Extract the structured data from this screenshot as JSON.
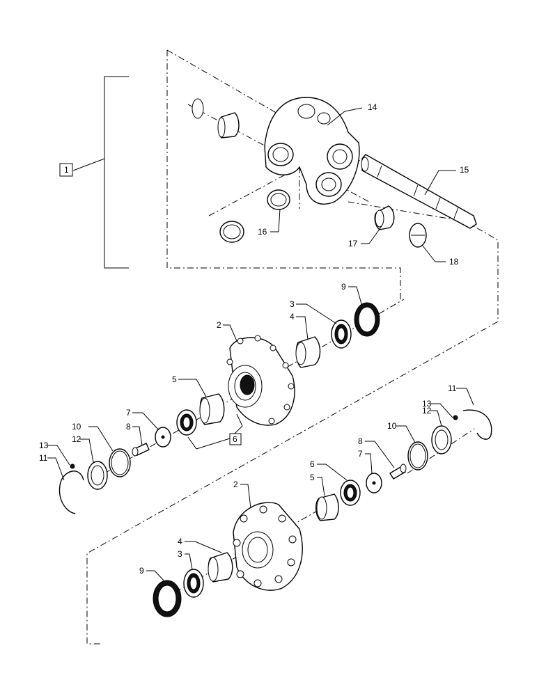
{
  "callouts": {
    "c1": "1",
    "c14": "14",
    "c15": "15",
    "c16": "16",
    "c17": "17",
    "c18": "18",
    "c9a": "9",
    "c3a": "3",
    "c4a": "4",
    "c2a": "2",
    "c5a": "5",
    "c6a": "6",
    "c7a": "7",
    "c8a": "8",
    "c10a": "10",
    "c12a": "12",
    "c13a": "13",
    "c11a": "11",
    "c13b": "13",
    "c12b": "12",
    "c11b": "11",
    "c10b": "10",
    "c8b": "8",
    "c7b": "7",
    "c6b": "6",
    "c5b": "5",
    "c2b": "2",
    "c4b": "4",
    "c3b": "3",
    "c9b": "9"
  }
}
